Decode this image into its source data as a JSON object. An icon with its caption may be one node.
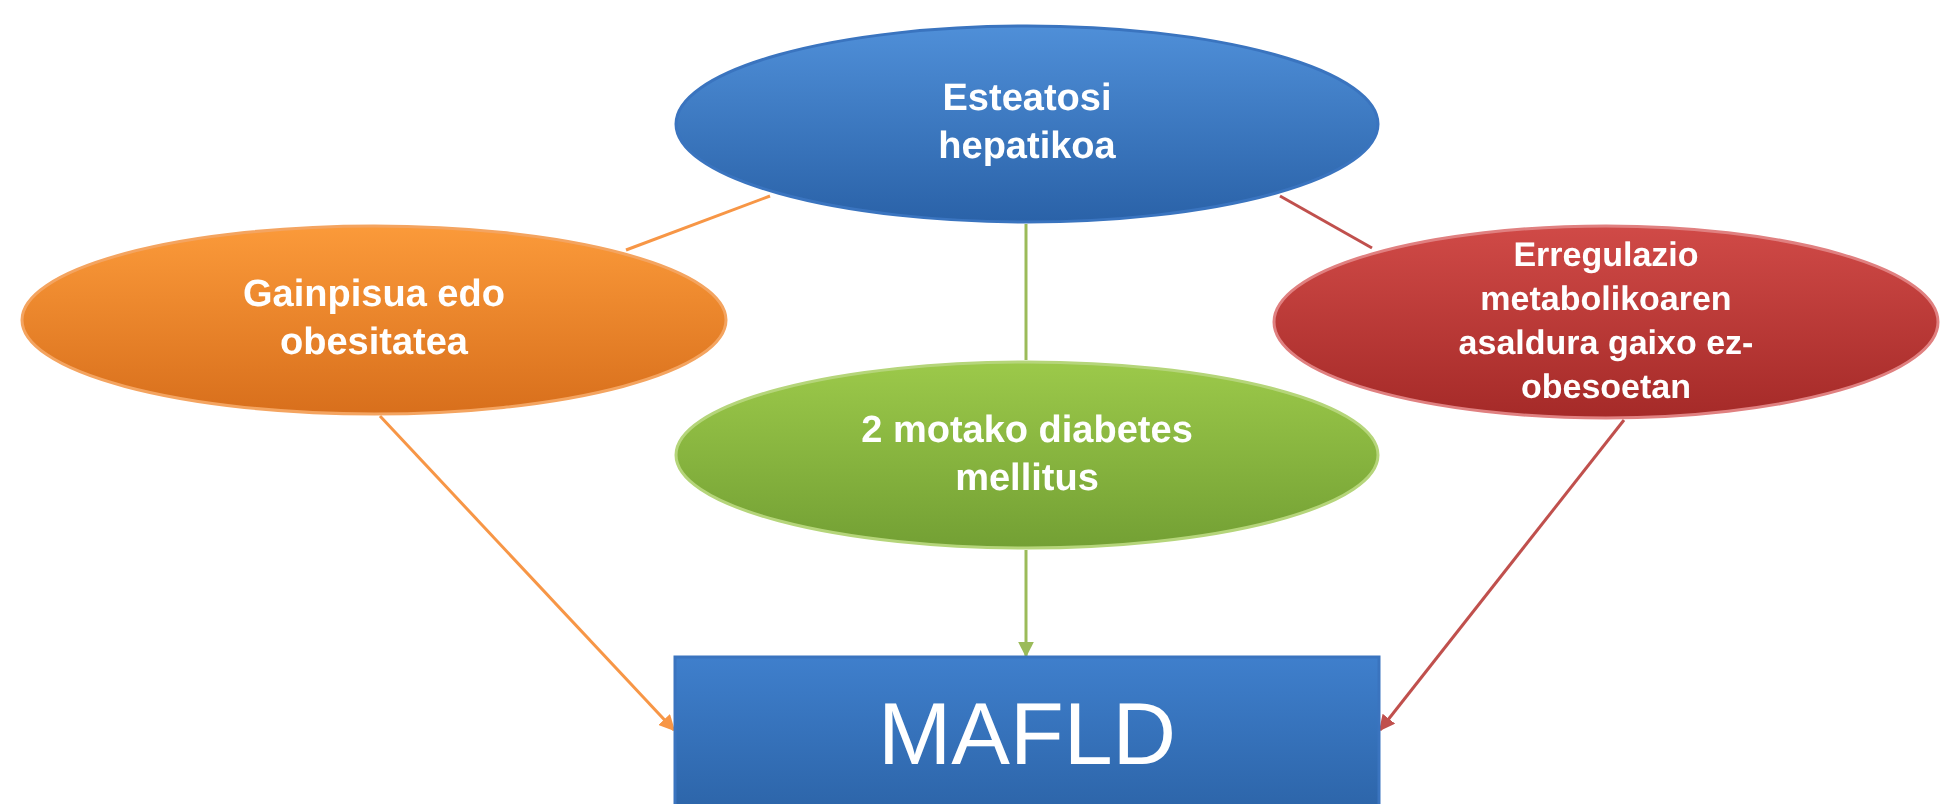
{
  "diagram": {
    "nodes": [
      {
        "text": [
          "Esteatosi hepatikoa"
        ]
      },
      {
        "text": [
          "Gainpisua edo obesitatea"
        ]
      },
      {
        "text": [
          "Erregulazio metabolikoaren asaldura gaixo ez-obesoetan"
        ]
      },
      {
        "text": [
          "2 motako diabetes mellitus"
        ]
      },
      {
        "text": [
          "MAFLD"
        ]
      }
    ],
    "edges": [
      {
        "from": 0,
        "to": 1,
        "arrow": "none",
        "color": "#f79646"
      },
      {
        "from": 0,
        "to": 2,
        "arrow": "none",
        "color": "#c0504d"
      },
      {
        "from": 0,
        "to": 3,
        "arrow": "none",
        "color": "#9bbb59"
      },
      {
        "from": 1,
        "to": 4,
        "arrow": "to",
        "color": "#f79646"
      },
      {
        "from": 3,
        "to": 4,
        "arrow": "to",
        "color": "#9bbb59"
      },
      {
        "from": 2,
        "to": 4,
        "arrow": "to",
        "color": "#c0504d"
      }
    ]
  }
}
